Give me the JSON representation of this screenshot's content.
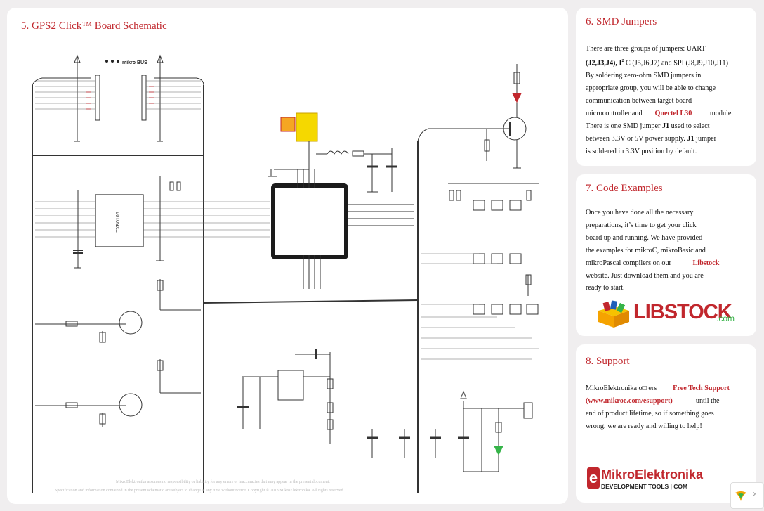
{
  "schematic": {
    "title": "5. GPS2 Click™ Board Schematic",
    "mikrobus_logo": "mikro BUS",
    "ic_label": "TXB0106",
    "disclaimer_1": "MikroElektronika assumes no responsibility or liability for any errors or inaccuracies that may appear in the present document.",
    "disclaimer_2": "Specification and information contained in the present schematic are subject to change at any time without notice. Copyright © 2013 MikroElektronika. All rights reserved."
  },
  "sec6": {
    "title": "6. SMD Jumpers",
    "p1": "There are three groups of jumpers: UART",
    "p2a": "(J2,J3,J4), I",
    "p2b": " C (J5,J6,J7) and SPI (J8,J9,J10,J11)",
    "p3": "By soldering zero-ohm SMD jumpers in",
    "p4": "appropriate group, you will be able to change",
    "p5": "communication between target board",
    "p6a": "microcontroller and",
    "p6b": "Quectel L30",
    "p6c": "module.",
    "p7a": "There is one SMD jumper",
    "p7b": "J1",
    "p7c": "used to select",
    "p8a": "between 3.3V or 5V power supply.",
    "p8b": "J1",
    "p8c": "jumper",
    "p9": "is soldered in 3.3V position by default."
  },
  "sec7": {
    "title": "7. Code Examples",
    "l1": "Once you have done all the necessary",
    "l2": "preparations, it’s time to get your click",
    "l3": "board up and running. We have provided",
    "l4": "the examples for mikroC, mikroBasic and",
    "l5a": "mikroPascal compilers on our",
    "l5b": "Libstock",
    "l6": "website. Just download them and you are",
    "l7": "ready to start.",
    "logo_text": "LIBSTOCK",
    "logo_suffix": ".com"
  },
  "sec8": {
    "title": "8. Support",
    "l1a": "MikroElektronika o□ ers",
    "l1b": "Free Tech Support",
    "l2a": "(www.mikroe.com/esupport)",
    "l2b": "until the",
    "l3": "end of product lifetime, so if something goes",
    "l4": "wrong, we are ready and willing to help!",
    "logo_main": "MikroElektronika",
    "logo_sub": "DEVELOPMENT TOOLS | COM"
  },
  "nav": {
    "next_glyph": "›"
  },
  "colors": {
    "accent": "#c1272d",
    "background": "#f0eeef",
    "panel": "#ffffff"
  }
}
